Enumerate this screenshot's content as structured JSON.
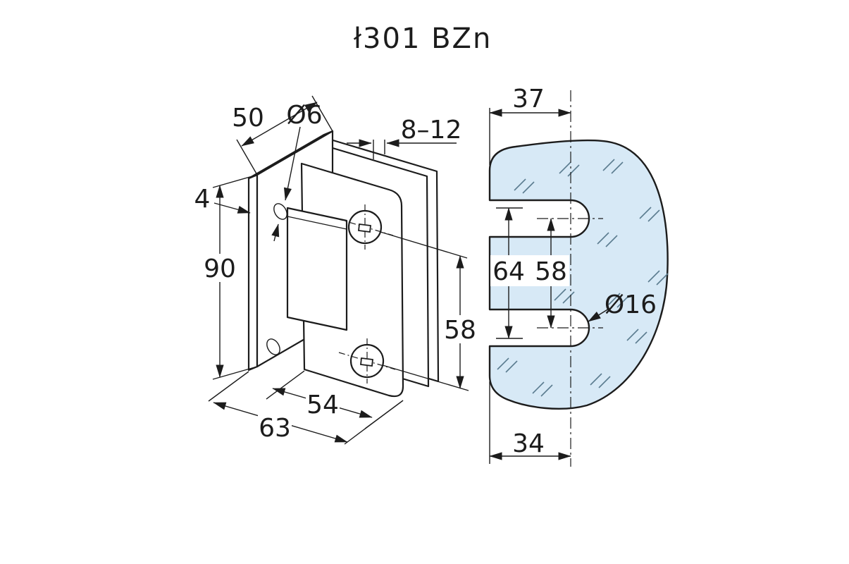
{
  "title": "ł301 BZn",
  "colors": {
    "line": "#1c1c1c",
    "glass_fill": "#d7e9f6",
    "hatch": "#5b7c90"
  },
  "iso_view": {
    "dims": {
      "plate_width": "50",
      "screw_hole_diameter": "Ø6",
      "glass_thickness_range": "8–12",
      "plate_thickness": "4",
      "plate_height": "90",
      "hole_spacing": "58",
      "body_width": "54",
      "overall_depth": "63"
    }
  },
  "glass_template": {
    "dims": {
      "top_edge_distance": "37",
      "cutout_span": "64",
      "hole_spacing": "58",
      "hole_diameter": "Ø16",
      "bottom_edge_distance": "34"
    }
  }
}
